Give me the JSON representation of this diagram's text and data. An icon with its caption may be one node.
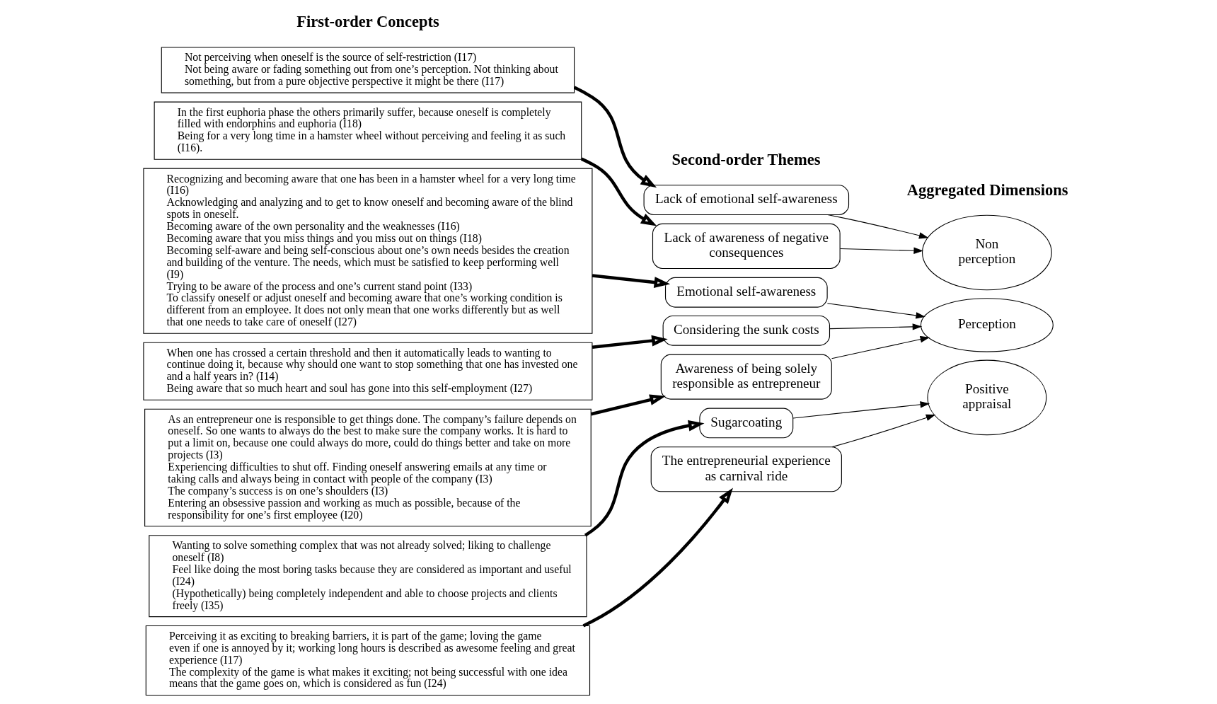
{
  "diagram": {
    "nodes": [
      {
        "text": [
          "Not perceiving when oneself is the source of self-restriction (I17)",
          "Not being aware or fading something out from one’s perception. Not thinking about something, but from a pure objective perspective it might be there (I17)"
        ]
      },
      {
        "text": [
          "In the first euphoria phase the others primarily suffer, because oneself is completely filled with endorphins and euphoria (I18)",
          "Being for a very long time in a hamster wheel without perceiving and feeling it as such (I16)."
        ]
      },
      {
        "text": [
          "Recognizing and becoming aware that one has been in a hamster wheel for a very long time (I16)",
          "Acknowledging and analyzing and to get to know oneself and becoming aware of the blind spots in oneself.",
          "Becoming aware of the own personality and the weaknesses (I16)",
          "Becoming aware that you miss things and you miss out on things (I18)",
          "Becoming self-aware and being self-conscious about one’s own needs besides the creation and building of the venture. The needs, which must be satisfied to keep performing well (I9)",
          "Trying to be aware of the process and one’s current stand point (I33)",
          "To classify oneself or adjust oneself and becoming aware that one’s working condition is different from an employee. It does not only mean that one works differently but as well that one needs to take care of oneself (I27)"
        ]
      },
      {
        "text": [
          "When one has crossed a certain threshold and then it automatically leads to wanting to continue doing it, because why should one want to stop something that one has invested one and a half years in? (I14)",
          "Being aware that so much heart and soul has gone into this self-employment (I27)"
        ]
      },
      {
        "text": [
          "As an entrepreneur one is responsible to get things done. The company’s failure depends on oneself. So one wants to always do the best to make sure the company works. It is hard to put a limit on, because one could always do more, could do things better and take on more projects (I3)",
          "Experiencing difficulties to shut off. Finding oneself answering emails at any time or taking calls and always being in contact with people of the company (I3)",
          "The company’s success is on one’s shoulders (I3)",
          "Entering an obsessive passion and working as much as possible, because of the responsibility for one’s first employee (I20)"
        ]
      },
      {
        "text": [
          "Wanting to solve something complex that was not already solved; liking to challenge oneself (I8)",
          "Feel like doing the most boring tasks because they are considered as important and useful (I24)",
          "(Hypothetically) being completely independent and able to choose projects and clients freely (I35)"
        ]
      },
      {
        "text": [
          "Perceiving it as exciting to breaking barriers, it is part of the game; loving the game even if one is annoyed by it; working long hours is described as awesome feeling and great experience (I17)",
          "The complexity of the game is what makes it exciting; not being successful with one idea means that the game goes on, which is considered as fun (I24)"
        ]
      },
      {
        "text": [
          "Lack of emotional self-awareness"
        ]
      },
      {
        "text": [
          "Lack of awareness of negative consequences"
        ]
      },
      {
        "text": [
          "Emotional self-awareness"
        ]
      },
      {
        "text": [
          "Considering the sunk costs"
        ]
      },
      {
        "text": [
          "Awareness of being solely responsible as entrepreneur"
        ]
      },
      {
        "text": [
          "Sugarcoating"
        ]
      },
      {
        "text": [
          "The entrepreneurial experience as carnival ride"
        ]
      },
      {
        "text": [
          "Non perception"
        ]
      },
      {
        "text": [
          "Perception"
        ]
      },
      {
        "text": [
          "Positive appraisal"
        ]
      }
    ],
    "edges": [
      {
        "from": 0,
        "to": 7,
        "arrow": "to",
        "style": "thick"
      },
      {
        "from": 1,
        "to": 8,
        "arrow": "to",
        "style": "thick"
      },
      {
        "from": 2,
        "to": 9,
        "arrow": "to",
        "style": "thick"
      },
      {
        "from": 3,
        "to": 10,
        "arrow": "to",
        "style": "thick"
      },
      {
        "from": 4,
        "to": 11,
        "arrow": "to",
        "style": "thick"
      },
      {
        "from": 5,
        "to": 12,
        "arrow": "to",
        "style": "thick"
      },
      {
        "from": 6,
        "to": 13,
        "arrow": "to",
        "style": "thick"
      },
      {
        "from": 7,
        "to": 14,
        "arrow": "to"
      },
      {
        "from": 8,
        "to": 14,
        "arrow": "to"
      },
      {
        "from": 9,
        "to": 15,
        "arrow": "to"
      },
      {
        "from": 10,
        "to": 15,
        "arrow": "to"
      },
      {
        "from": 11,
        "to": 15,
        "arrow": "to"
      },
      {
        "from": 12,
        "to": 16,
        "arrow": "to"
      },
      {
        "from": 13,
        "to": 16,
        "arrow": "to"
      }
    ],
    "labels": [
      "First-order Concepts",
      "Second-order Themes",
      "Aggregated Dimensions"
    ]
  }
}
